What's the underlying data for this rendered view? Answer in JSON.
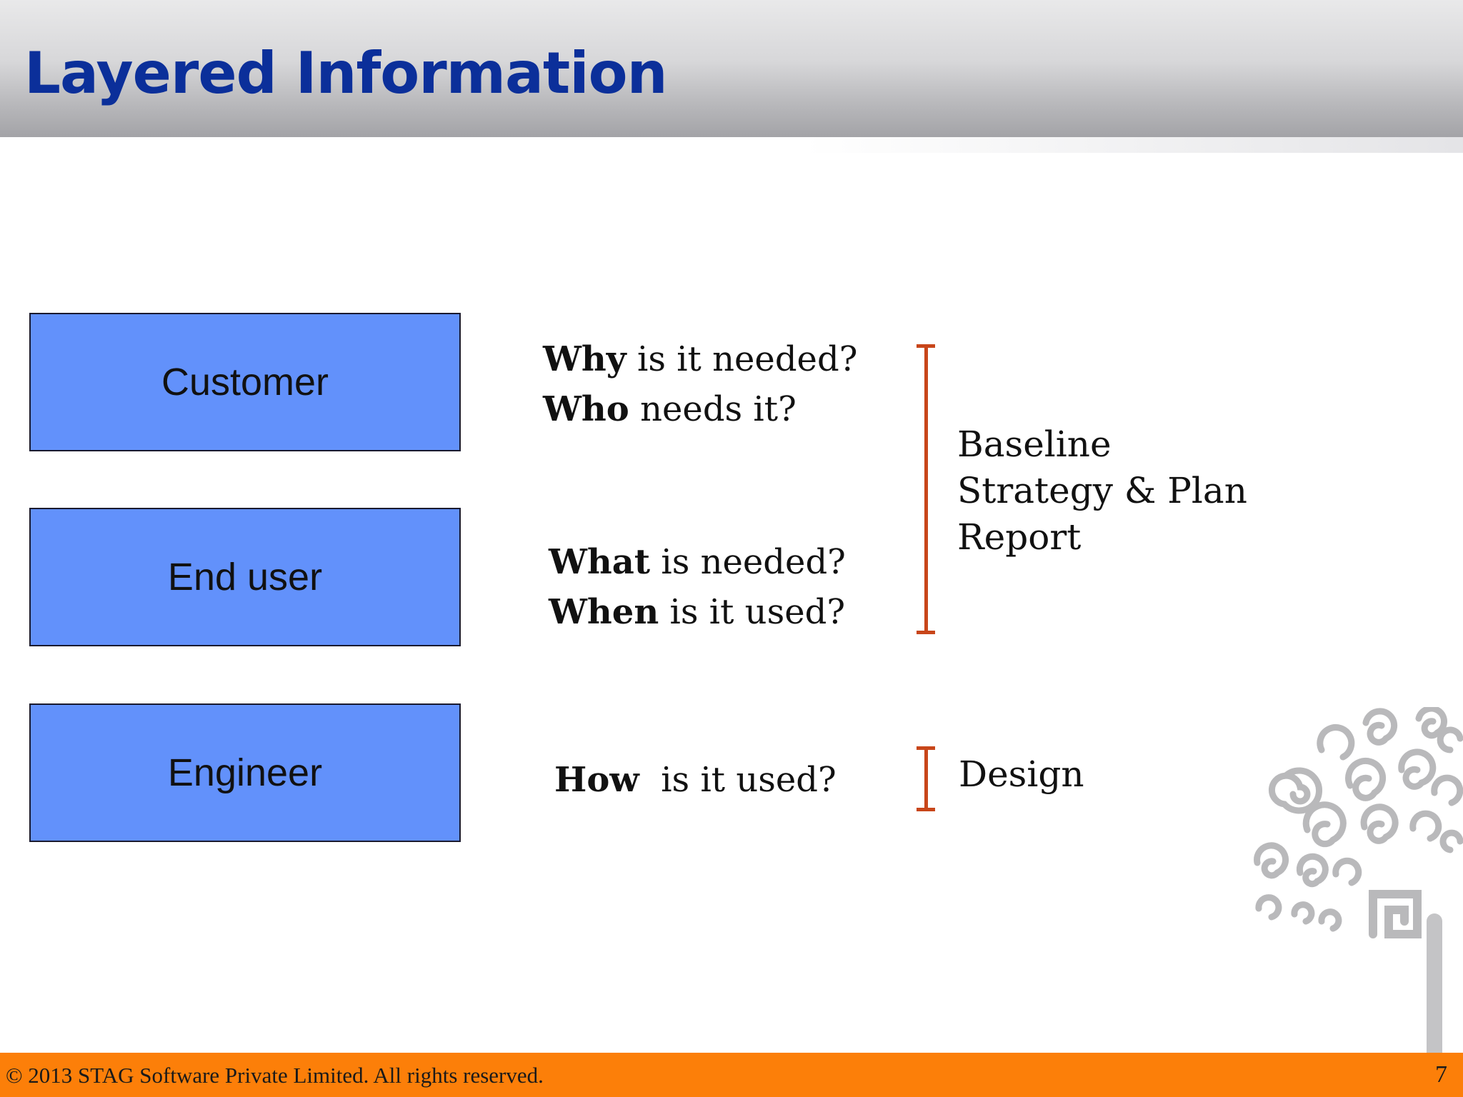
{
  "slide": {
    "title": "Layered Information",
    "roles": [
      {
        "label": "Customer"
      },
      {
        "label": "End user"
      },
      {
        "label": "Engineer"
      }
    ],
    "questions": {
      "customer": [
        {
          "keyword": "Why",
          "rest": " is it needed?"
        },
        {
          "keyword": "Who",
          "rest": " needs it?"
        }
      ],
      "end_user": [
        {
          "keyword": "What",
          "rest": " is needed?"
        },
        {
          "keyword": "When",
          "rest": " is it used?"
        }
      ],
      "engineer": [
        {
          "keyword": "How",
          "rest": "  is it used?"
        }
      ]
    },
    "artifacts": {
      "upper": [
        "Baseline",
        "Strategy & Plan",
        "Report"
      ],
      "lower": [
        "Design"
      ]
    },
    "bracket_color": "#c8461a",
    "box_color": "#6291fb",
    "title_color": "#0b2f9a",
    "footer_color": "#fc7f09"
  },
  "footer": {
    "copyright": "© 2013 STAG Software Private Limited. All rights reserved.",
    "page_number": "7"
  }
}
